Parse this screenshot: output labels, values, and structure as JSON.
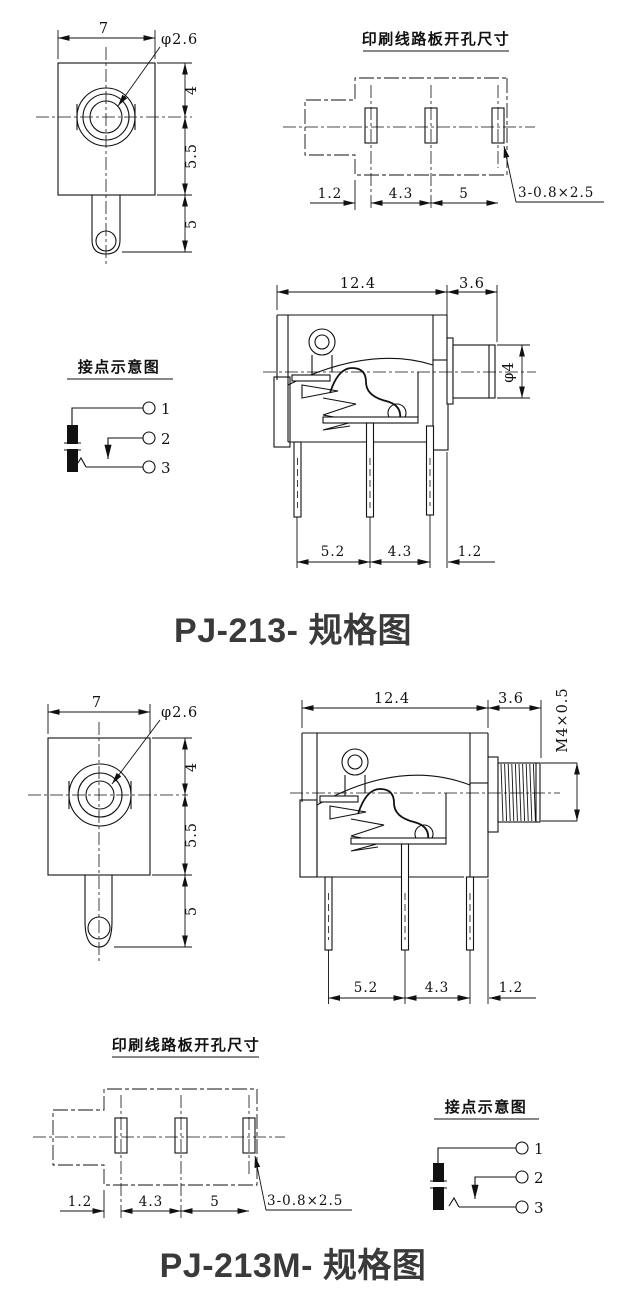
{
  "colors": {
    "background": "#ffffff",
    "line": "#111111",
    "title": "#3a3a3a"
  },
  "pj213": {
    "section_title": "PJ-213- 规格图",
    "front_view": {
      "body_width": "7",
      "hole_dia": "φ2.6",
      "dim_upper": "4",
      "dim_lower": "5.5",
      "dim_tab": "5"
    },
    "pcb_view": {
      "title": "印刷线路板开孔尺寸",
      "dim_edge": "1.2",
      "dim_pitch1": "4.3",
      "dim_pitch2": "5",
      "slot_note": "3-0.8×2.5"
    },
    "contact_view": {
      "title": "接点示意图",
      "pins": [
        "1",
        "2",
        "3"
      ]
    },
    "side_view": {
      "body_len": "12.4",
      "barrel_len": "3.6",
      "barrel_dia": "φ4",
      "pin_dim1": "5.2",
      "pin_dim2": "4.3",
      "pin_dim3": "1.2"
    }
  },
  "pj213m": {
    "section_title": "PJ-213M- 规格图",
    "front_view": {
      "body_width": "7",
      "hole_dia": "φ2.6",
      "dim_upper": "4",
      "dim_lower": "5.5",
      "dim_tab": "5"
    },
    "side_view": {
      "body_len": "12.4",
      "barrel_len": "3.6",
      "thread_spec": "M4×0.5",
      "pin_dim1": "5.2",
      "pin_dim2": "4.3",
      "pin_dim3": "1.2"
    },
    "pcb_view": {
      "title": "印刷线路板开孔尺寸",
      "dim_edge": "1.2",
      "dim_pitch1": "4.3",
      "dim_pitch2": "5",
      "slot_note": "3-0.8×2.5"
    },
    "contact_view": {
      "title": "接点示意图",
      "pins": [
        "1",
        "2",
        "3"
      ]
    }
  }
}
